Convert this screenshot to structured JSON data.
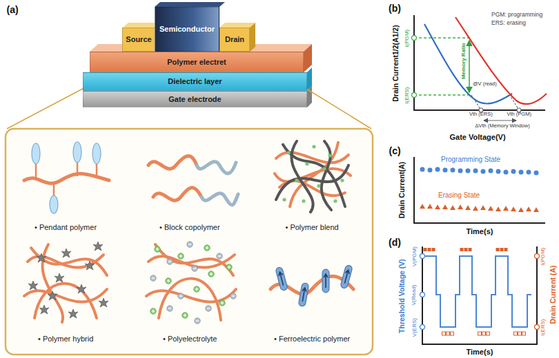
{
  "diagram": {
    "nodes": [
      {
        "text": [
          "Source"
        ]
      },
      {
        "text": [
          "Semiconductor"
        ]
      },
      {
        "text": [
          "Drain"
        ]
      },
      {
        "text": [
          "Polymer electret"
        ]
      },
      {
        "text": [
          "Dielectric layer"
        ]
      },
      {
        "text": [
          "Gate electrode"
        ]
      }
    ],
    "labels": [
      "(a)",
      "• Pendant polymer",
      "• Block copolymer",
      "• Polymer blend",
      "• Polymer hybrid",
      "• Polyelectrolyte",
      "• Ferroelectric polymer",
      "(b)",
      "PGM: programming",
      "ERS: erasing",
      "Drain Current1/2(A1/2)",
      "I(PGM)",
      "I(ERS)",
      "Memory Ratio",
      "@V (read)",
      "Vth (ERS)",
      "Vth (PGM)",
      "ΔVth (Memory Window)",
      "Gate Voltage(V)",
      "(c)",
      "Drain Current(A)",
      "Programming State",
      "Erasing State",
      "Time(s)",
      "(d)",
      "Threshold Voltage (V)",
      "V(PGM)",
      "V(Read)",
      "V(ERS)",
      "Drain Current (A)",
      "I(PGM)",
      "I(ERS)",
      "Time(s)"
    ]
  }
}
